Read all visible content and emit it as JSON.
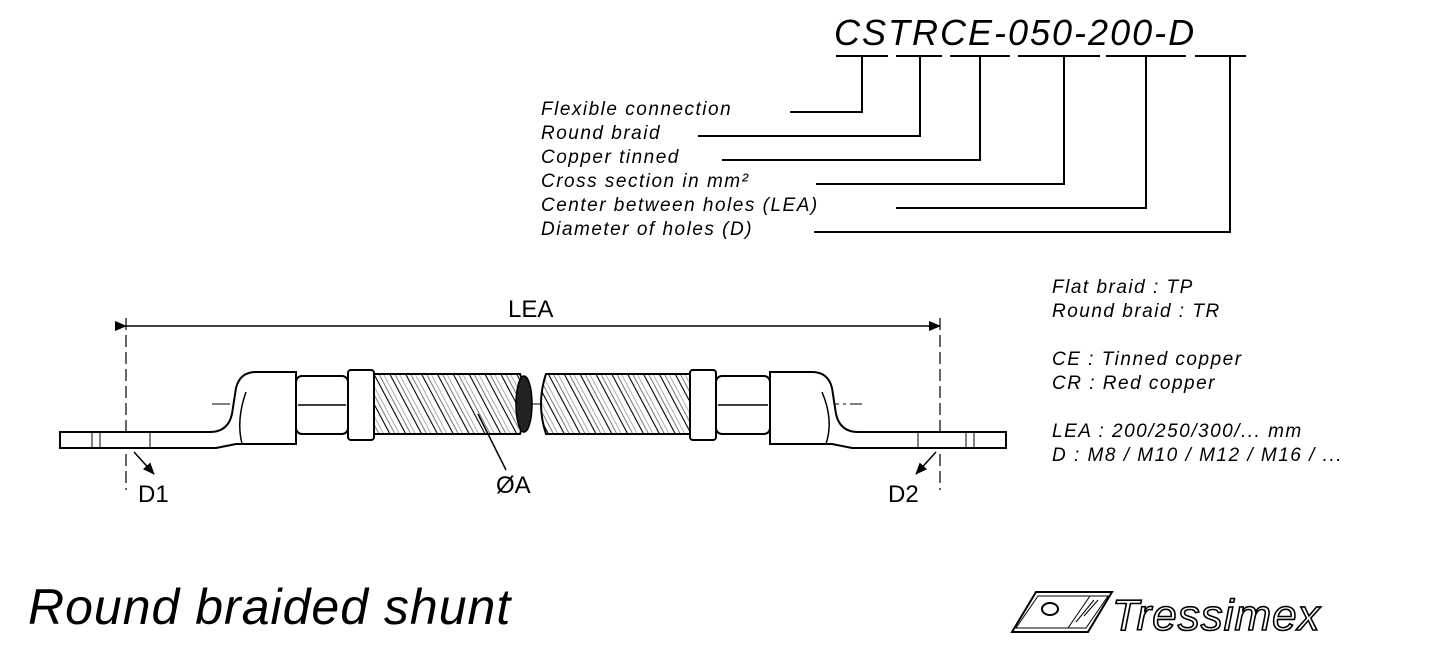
{
  "part_code": "CSTRCE-050-200-D",
  "code_legend": [
    "Flexible connection",
    "Round braid",
    "Copper tinned",
    "Cross section in mm²",
    "Center between holes (LEA)",
    "Diameter of holes (D)"
  ],
  "notes": [
    "Flat braid : TP",
    "Round braid : TR",
    "CE : Tinned copper",
    "CR : Red copper",
    "LEA : 200/250/300/... mm",
    "D : M8 / M10 / M12 / M16 / ..."
  ],
  "dimensions": {
    "lea": "LEA",
    "diameter": "ØA",
    "hole_left": "D1",
    "hole_right": "D2"
  },
  "title": "Round braided shunt",
  "brand": {
    "name": "Tressimex"
  }
}
